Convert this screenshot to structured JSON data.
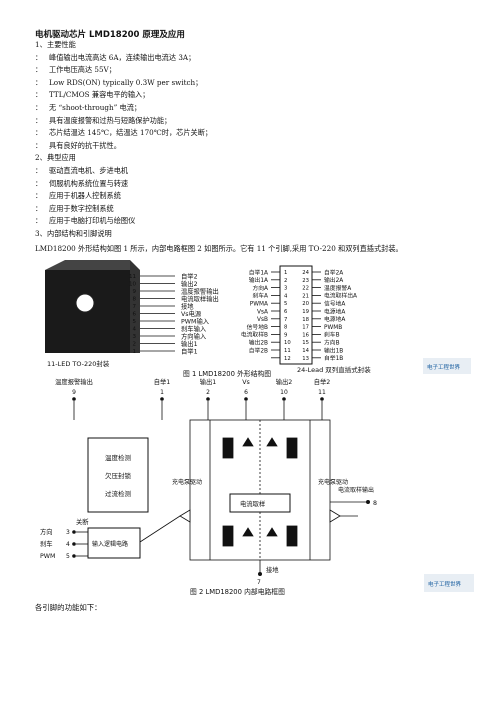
{
  "doc": {
    "title": "电机驱动芯片 LMD18200 原理及应用",
    "lines": [
      {
        "b": "1、",
        "t": "主要性能"
      },
      {
        "b": "：",
        "t": "峰值输出电流高达 6A，连续输出电流达 3A；"
      },
      {
        "b": "：",
        "t": "工作电压高达 55V；"
      },
      {
        "b": "：",
        "t": "Low RDS(ON) typically 0.3W per switch；"
      },
      {
        "b": "：",
        "t": "TTL/CMOS 兼容电平的输入；"
      },
      {
        "b": "：",
        "t": "无 “shoot-through” 电流；"
      },
      {
        "b": "：",
        "t": "具有温度报警和过热与短路保护功能；"
      },
      {
        "b": "：",
        "t": "芯片结温达 145℃，结温达 170℃时，芯片关断；"
      },
      {
        "b": "：",
        "t": "具有良好的抗干扰性。"
      },
      {
        "b": "2、",
        "t": "典型应用"
      },
      {
        "b": "：",
        "t": "驱动直流电机、步进电机"
      },
      {
        "b": "：",
        "t": "伺服机构系统位置与转速"
      },
      {
        "b": "：",
        "t": "应用于机器人控制系统"
      },
      {
        "b": "：",
        "t": "应用于数字控制系统"
      },
      {
        "b": "：",
        "t": "应用于电脑打印机与绘图仪"
      },
      {
        "b": "3、",
        "t": "内部结构和引脚说明"
      }
    ],
    "intro": "LMD18200 外形结构如图 1 所示，内部电路框图 2 如图所示。它有 11 个引脚,采用 TO-220 和双列直插式封装。",
    "footer": "各引脚的功能如下："
  },
  "fig1": {
    "to220_pins": [
      "11",
      "10",
      "9",
      "8",
      "7",
      "6",
      "5",
      "4",
      "3",
      "2",
      "1"
    ],
    "to220_labels": [
      "自举2",
      "输出2",
      "温度报警输出",
      "电流取样输出",
      "接地",
      "Vs电源",
      "PWM输入",
      "刹车输入",
      "方向输入",
      "输出1",
      "自举1"
    ],
    "to220_caption": "11-LED TO-220封装",
    "dip_left_labels": [
      "自举1A",
      "输出1A",
      "方向A",
      "刹车A",
      "PWMA",
      "VsA",
      "VsB",
      "信号地B",
      "电流取样B",
      "输出2B",
      "自举2B",
      ""
    ],
    "dip_left_pins": [
      "1",
      "2",
      "3",
      "4",
      "5",
      "6",
      "7",
      "8",
      "9",
      "10",
      "11",
      "12"
    ],
    "dip_right_pins": [
      "24",
      "23",
      "22",
      "21",
      "20",
      "19",
      "18",
      "17",
      "16",
      "15",
      "14",
      "13"
    ],
    "dip_right_labels": [
      "自举2A",
      "输出2A",
      "温度报警A",
      "电流取样出A",
      "信号地A",
      "电源地A",
      "电源地A",
      "PWMB",
      "刹车B",
      "方向B",
      "输出1B",
      "自举1B"
    ],
    "dip_caption": "24-Lead 双列直插式封装",
    "caption": "图 1   LMD18200 外形结构图",
    "watermark": "电子工程世界"
  },
  "fig2": {
    "top_labels": [
      "温度报警输出",
      "自举1",
      "输出1",
      "Vs",
      "输出2",
      "自举2"
    ],
    "top_pins": [
      "9",
      "1",
      "2",
      "6",
      "10",
      "11"
    ],
    "box_lines": [
      "温度检测",
      "欠压封锁",
      "过流检测"
    ],
    "shutdown": "关断",
    "inputs": [
      "方向",
      "刹车",
      "PWM"
    ],
    "input_pins": [
      "3",
      "4",
      "5"
    ],
    "logic": "输入逻辑电路",
    "charge_left": "充电泵驱动",
    "charge_right": "充电泵驱动",
    "sense": "电流取样",
    "sense_out": "电流取样输出",
    "sense_pin": "8",
    "ground": "接地",
    "ground_pin": "7",
    "caption": "图 2   LMD18200 内部电路框图",
    "watermark": "电子工程世界"
  }
}
